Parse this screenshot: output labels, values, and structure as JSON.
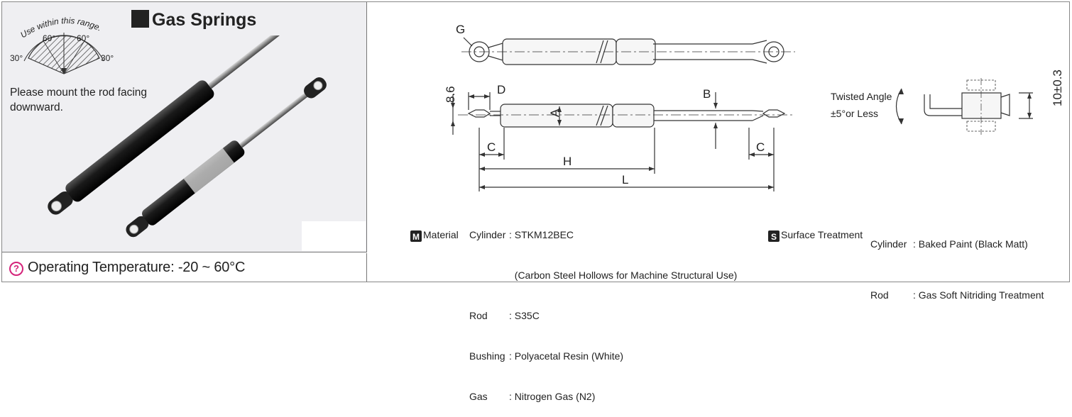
{
  "title": "Gas Springs",
  "range_diagram": {
    "label": "Use within this range.",
    "angle_left_outer": "30°",
    "angle_left_inner": "60°",
    "angle_right_inner": "60°",
    "angle_right_outer": "30°"
  },
  "mount_note": "Please mount the rod facing downward.",
  "operating_temperature": "Operating Temperature: -20 ~ 60°C",
  "dimension_labels": {
    "g": "G",
    "d": "D",
    "b": "B",
    "a": "A",
    "h": "H",
    "l": "L",
    "c": "C",
    "thickness": "8.6",
    "height": "10±0.3"
  },
  "twisted_angle": {
    "line1": "Twisted Angle",
    "line2": "±5°or Less"
  },
  "material": {
    "icon": "M",
    "label": "Material",
    "rows": [
      {
        "part": "Cylinder",
        "value": ": STKM12BEC"
      },
      {
        "part": "",
        "value": "  (Carbon Steel Hollows for Machine Structural Use)"
      },
      {
        "part": "Rod",
        "value": ": S35C"
      },
      {
        "part": "Bushing",
        "value": ": Polyacetal Resin (White)"
      },
      {
        "part": "Gas",
        "value": ": Nitrogen Gas (N2)"
      }
    ]
  },
  "surface": {
    "icon": "S",
    "label": "Surface Treatment",
    "rows": [
      {
        "part": "Cylinder",
        "value": ": Baked Paint (Black Matt)"
      },
      {
        "part": "Rod",
        "value": ": Gas Soft Nitriding Treatment"
      }
    ]
  }
}
